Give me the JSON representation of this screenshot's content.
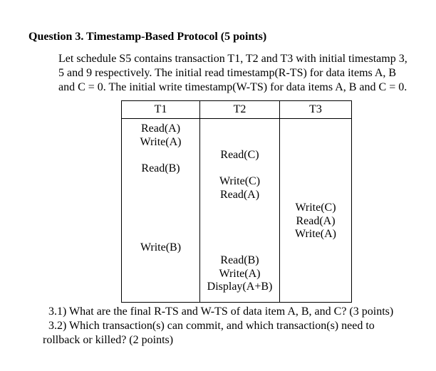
{
  "page": {
    "title": "Question 3. Timestamp-Based Protocol (5 points)"
  },
  "intro": {
    "lines": [
      "Let schedule S5 contains transaction T1, T2 and T3 with initial timestamp 3,",
      "5 and 9 respectively. The initial read timestamp(R-TS) for data items A, B",
      "and C = 0. The initial write timestamp(W-TS) for data items A, B and C = 0."
    ]
  },
  "schedule_table": {
    "headers": [
      "T1",
      "T2",
      "T3"
    ],
    "rows": [
      {
        "t1": "Read(A)",
        "t2": "",
        "t3": ""
      },
      {
        "t1": "Write(A)",
        "t2": "",
        "t3": ""
      },
      {
        "t1": "",
        "t2": "Read(C)",
        "t3": ""
      },
      {
        "t1": "Read(B)",
        "t2": "",
        "t3": ""
      },
      {
        "t1": "",
        "t2": "Write(C)",
        "t3": ""
      },
      {
        "t1": "",
        "t2": "Read(A)",
        "t3": ""
      },
      {
        "t1": "",
        "t2": "",
        "t3": "Write(C)"
      },
      {
        "t1": "",
        "t2": "",
        "t3": "Read(A)"
      },
      {
        "t1": "",
        "t2": "",
        "t3": "Write(A)"
      },
      {
        "t1": "Write(B)",
        "t2": "",
        "t3": ""
      },
      {
        "t1": "",
        "t2": "Read(B)",
        "t3": ""
      },
      {
        "t1": "",
        "t2": "Write(A)",
        "t3": ""
      },
      {
        "t1": "",
        "t2": "Display(A+B)",
        "t3": ""
      }
    ]
  },
  "questions": {
    "lines": [
      "3.1) What are the final R-TS and W-TS of data item A, B, and C? (3 points)",
      "3.2) Which transaction(s) can commit, and which transaction(s) need to",
      "rollback or killed? (2 points)"
    ]
  },
  "colors": {
    "text": "#000000",
    "background": "#ffffff",
    "table_border": "#000000"
  }
}
